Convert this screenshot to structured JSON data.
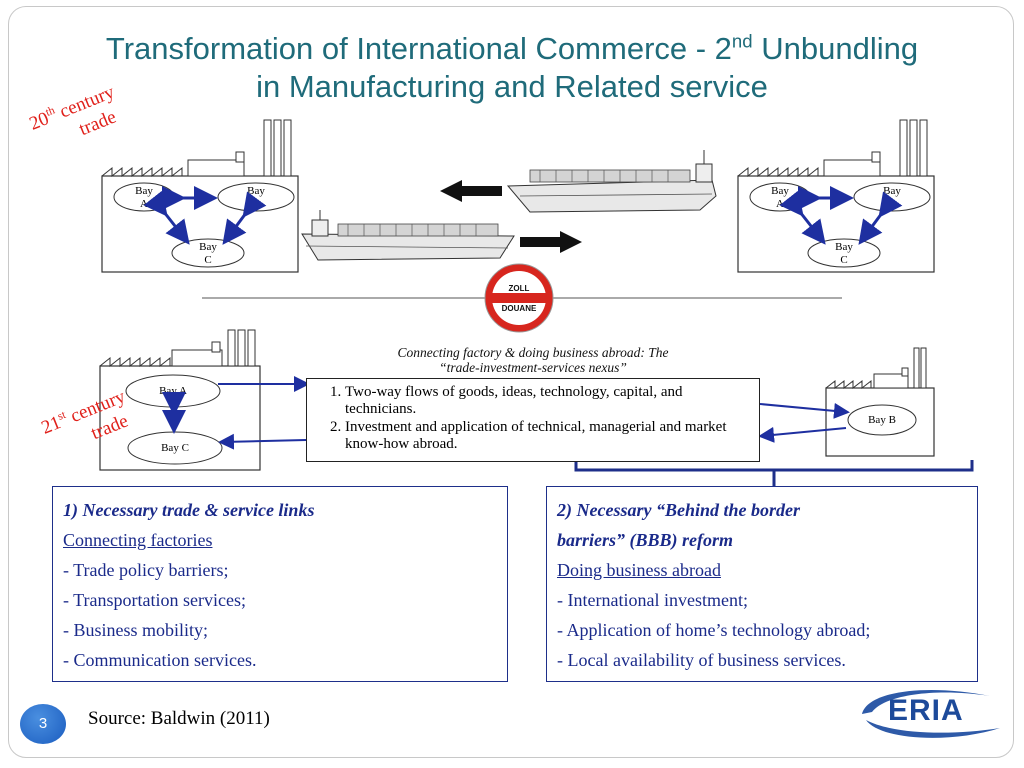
{
  "title": {
    "line1_main": "Transformation of International Commerce - 2",
    "line1_sup": "nd",
    "line1_end": " Unbundling",
    "line2": "in Manufacturing and Related service"
  },
  "era_20": {
    "num": "20",
    "sup": "th",
    "word1": "century",
    "word2": "trade"
  },
  "era_21": {
    "num": "21",
    "sup": "st",
    "word1": "century",
    "word2": "trade"
  },
  "factories_top": {
    "bay": "Bay",
    "a": "A",
    "b": "B",
    "c": "C"
  },
  "customs_sign": {
    "line1": "ZOLL",
    "line2": "DOUANE"
  },
  "factories_bottom": {
    "bay_a": "Bay A",
    "bay_c": "Bay C",
    "bay_b": "Bay B"
  },
  "nexus": {
    "heading_line1": "Connecting factory & doing business abroad: The",
    "heading_line2": "“trade-investment-services  nexus”",
    "items": [
      "Two-way flows of goods, ideas, technology, capital, and technicians.",
      "Investment and application of technical, managerial and market know-how abroad."
    ]
  },
  "panel_left": {
    "heading": "1) Necessary trade & service links",
    "subheading": "Connecting factories",
    "items": [
      "- Trade policy barriers;",
      "- Transportation services;",
      "- Business mobility;",
      "- Communication services."
    ]
  },
  "panel_right": {
    "heading_line1": "2) Necessary “Behind the border",
    "heading_line2": "barriers” (BBB) reform",
    "subheading": "Doing business abroad",
    "items": [
      "- International investment;",
      "- Application of home’s technology abroad;",
      "- Local availability of business services."
    ]
  },
  "footer": {
    "page_number": "3",
    "source": "Source: Baldwin (2011)",
    "logo_text": "ERIA"
  },
  "colors": {
    "title": "#1f6b7a",
    "era": "#e0201a",
    "panel_border": "#1e2f8a",
    "arrow_blue": "#1e2fa0",
    "page_badge": "#1a5cbf"
  }
}
